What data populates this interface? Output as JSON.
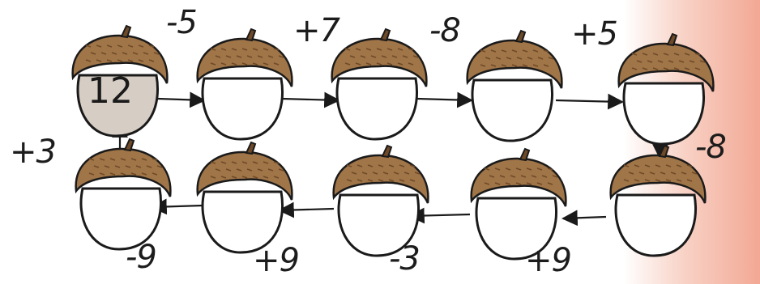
{
  "start_value": "12",
  "operations": {
    "top": [
      "-5",
      "+7",
      "-8",
      "+5"
    ],
    "right": "-8",
    "bottom": [
      "+9",
      "-3",
      "+9",
      "-9"
    ],
    "left": "+3"
  },
  "colors": {
    "cap": "#a07548",
    "cap_dark": "#6e4a28",
    "first_nut": "#d6cdc4",
    "outline": "#1a1a1a"
  }
}
